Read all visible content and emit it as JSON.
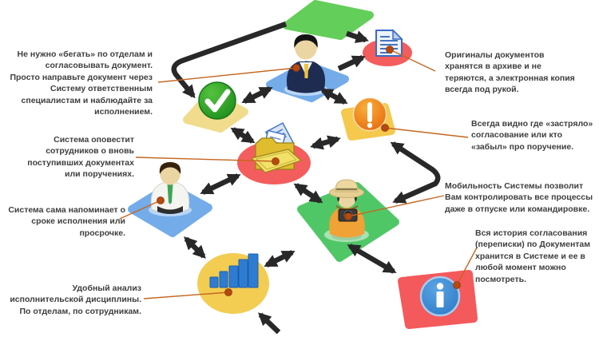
{
  "annotations": [
    {
      "id": "route-through-system",
      "side": "left",
      "text": "Не нужно «бегать» по отделам и\nсогласовывать документ.\nПросто направьте документ через\nСистему ответственным\nспециалистам и наблюдайте за\nисполнением."
    },
    {
      "id": "system-notifies",
      "side": "left",
      "text": "Система оповестит\nсотрудников о вновь\nпоступивших документах\nили поручениях."
    },
    {
      "id": "deadline-reminder",
      "side": "left",
      "text": "Система сама напоминает о\nсроке исполнения или\nпросрочке."
    },
    {
      "id": "discipline-analysis",
      "side": "left",
      "text": "Удобный анализ\nисполнительской дисциплины.\nПо отделам, по сотрудникам."
    },
    {
      "id": "originals-archive",
      "side": "right",
      "text": "Оригиналы документов\nхранятся в архиве и не\nтеряются, а электронная копия\nвсегда под рукой."
    },
    {
      "id": "stuck-visible",
      "side": "right",
      "text": "Всегда видно где «застряло»\nсогласование или кто\n«забыл» про поручение."
    },
    {
      "id": "mobility",
      "side": "right",
      "text": "Мобильность Системы позволит\nВам контролировать все процессы\nдаже в отпуске или командировке."
    },
    {
      "id": "history",
      "side": "right",
      "text": "Вся история согласования\n(переписки) по Документам\nхранится в Системе и ее в\nлюбой момент можно\nпосмотреть."
    }
  ],
  "nodes": [
    {
      "id": "start",
      "icon": "none",
      "shape": "tilted-square",
      "color": "#63CE59"
    },
    {
      "id": "director",
      "icon": "businessman-icon",
      "shape": "diamond-pad",
      "color": "#74ACEA"
    },
    {
      "id": "approval",
      "icon": "check-icon",
      "shape": "diamond-pad",
      "color": "#F1DC8E"
    },
    {
      "id": "archive",
      "icon": "document-icon",
      "shape": "ellipse",
      "color": "#F45D5D"
    },
    {
      "id": "alert",
      "icon": "exclamation-icon",
      "shape": "tilted-rect",
      "color": "#F5C94E"
    },
    {
      "id": "inbox",
      "icon": "open-folder-icon",
      "shape": "ellipse",
      "color": "#F45D5D"
    },
    {
      "id": "employee",
      "icon": "employee-icon",
      "shape": "diamond-pad",
      "color": "#74ACEA"
    },
    {
      "id": "mobile",
      "icon": "tourist-camera-icon",
      "shape": "tilted-square",
      "color": "#50C767"
    },
    {
      "id": "analytics",
      "icon": "bar-chart-icon",
      "shape": "ellipse",
      "color": "#F3CC52"
    },
    {
      "id": "history",
      "icon": "info-icon",
      "shape": "tilted-rect",
      "color": "#F4595C"
    }
  ],
  "colors": {
    "annotation_text": "#3E3E3E",
    "leader_line": "#C4661F",
    "leader_dot": "#B5490F",
    "arrow": "#282828",
    "background": "#FFFFFF"
  }
}
